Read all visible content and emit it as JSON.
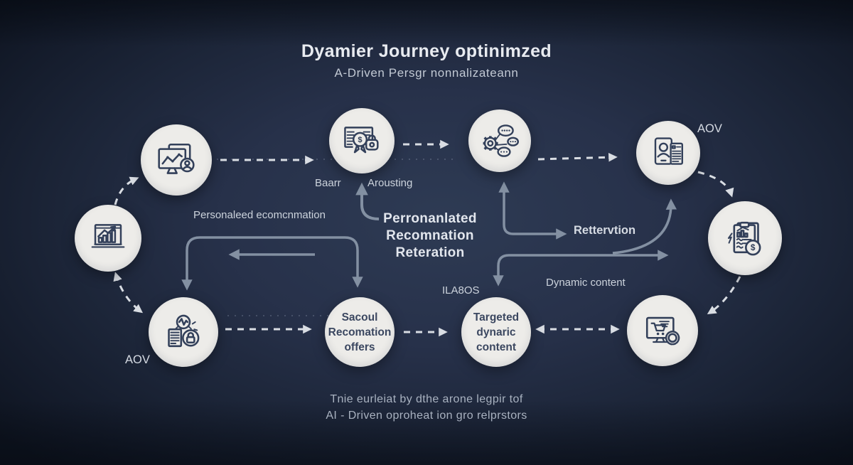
{
  "header": {
    "title": "Dyamier Journey optinimzed",
    "subtitle": "A-Driven Persgr nonnalizateann"
  },
  "footer": {
    "line1": "Tnie eurleiat by dthe arone legpir tof",
    "line2": "AI - Driven oproheat ion gro relprstors"
  },
  "annotations": {
    "personalized": "Personaleed ecomcnmation",
    "baarr": "Baarr",
    "arousting": "Arousting",
    "center": {
      "line1": "Perronanlated",
      "line2": "Recomnation",
      "line3": "Reteration"
    },
    "retention": "Rettervtion",
    "ilabos": "ILA8OS",
    "dynamic_content": "Dynamic content",
    "aov_top_right": "AOV",
    "aov_bottom_left": "AOV"
  },
  "nodes": {
    "monitor_analytics": {
      "icon": "monitor-line-chart-user-icon"
    },
    "certificate_offer": {
      "icon": "certificate-dollar-lock-icon"
    },
    "gear_chat": {
      "icon": "gear-chat-bubbles-icon"
    },
    "tablet_profile": {
      "icon": "tablet-user-profile-icon"
    },
    "laptop_growth": {
      "icon": "laptop-bar-chart-icon"
    },
    "doc_lock_search": {
      "icon": "document-lock-magnifier-icon"
    },
    "social_offers": {
      "line1": "Sacoul",
      "line2": "Recomation",
      "line3": "offers"
    },
    "targeted_content": {
      "line1": "Targeted",
      "line2": "dynaric",
      "line3": "content"
    },
    "monitor_cart": {
      "icon": "monitor-shopping-cart-icon"
    },
    "clipboard_report": {
      "icon": "clipboard-report-dollar-icon"
    }
  },
  "glyphs": {
    "dollar": "$"
  },
  "colors": {
    "background_center": "#2e3b54",
    "background_edge": "#0e1420",
    "node_fill": "#edece9",
    "icon_stroke": "#33405a",
    "solid_arrow": "#8390a2",
    "dashed_arrow": "#d9dde3",
    "text_light": "#ccd3dc",
    "text_bold": "#e2e6ed"
  }
}
